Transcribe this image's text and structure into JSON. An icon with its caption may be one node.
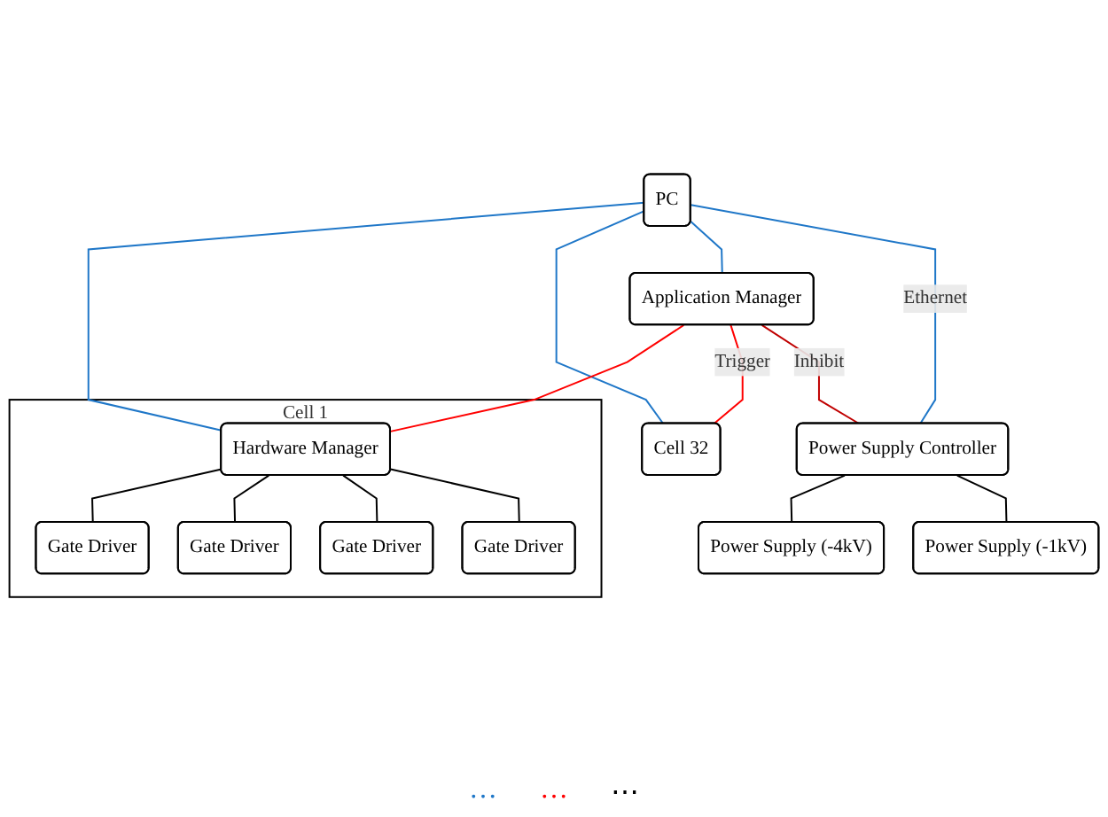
{
  "diagram": {
    "nodes": [
      {
        "text": [
          "PC"
        ]
      },
      {
        "text": [
          "Application Manager"
        ]
      },
      {
        "text": [
          "Power Supply Controller"
        ]
      },
      {
        "text": [
          "Cell 1"
        ]
      },
      {
        "text": [
          "Hardware Manager"
        ],
        "in": 3
      },
      {
        "text": [
          "Gate Driver"
        ],
        "in": 3
      },
      {
        "text": [
          "Gate Driver"
        ],
        "in": 3
      },
      {
        "text": [
          "Gate Driver"
        ],
        "in": 3
      },
      {
        "text": [
          "Gate Driver"
        ],
        "in": 3
      },
      {
        "text": [
          "Cell 32"
        ]
      },
      {
        "text": [
          "Power Supply (-4kV)"
        ]
      },
      {
        "text": [
          "Power Supply (-1kV)"
        ]
      }
    ],
    "edges": [
      {
        "from": 0,
        "to": 4,
        "arrow": "none",
        "color": "#1f77c8"
      },
      {
        "from": 0,
        "to": 9,
        "arrow": "none",
        "color": "#1f77c8"
      },
      {
        "from": 0,
        "to": 1,
        "arrow": "none",
        "color": "#1f77c8"
      },
      {
        "from": 0,
        "to": 2,
        "arrow": "none",
        "label": "Ethernet",
        "color": "#1f77c8"
      },
      {
        "from": 1,
        "to": 4,
        "arrow": "none",
        "color": "#ff0000"
      },
      {
        "from": 1,
        "to": 9,
        "arrow": "none",
        "label": "Trigger",
        "color": "#ff0000"
      },
      {
        "from": 1,
        "to": 2,
        "arrow": "none",
        "label": "Inhibit",
        "color": "#c00000"
      },
      {
        "from": 4,
        "to": 5,
        "arrow": "none"
      },
      {
        "from": 4,
        "to": 6,
        "arrow": "none"
      },
      {
        "from": 4,
        "to": 7,
        "arrow": "none"
      },
      {
        "from": 4,
        "to": 8,
        "arrow": "none"
      },
      {
        "from": 2,
        "to": 10,
        "arrow": "none"
      },
      {
        "from": 2,
        "to": 11,
        "arrow": "none"
      }
    ],
    "labels": [
      "…",
      "…",
      "⋯"
    ]
  }
}
